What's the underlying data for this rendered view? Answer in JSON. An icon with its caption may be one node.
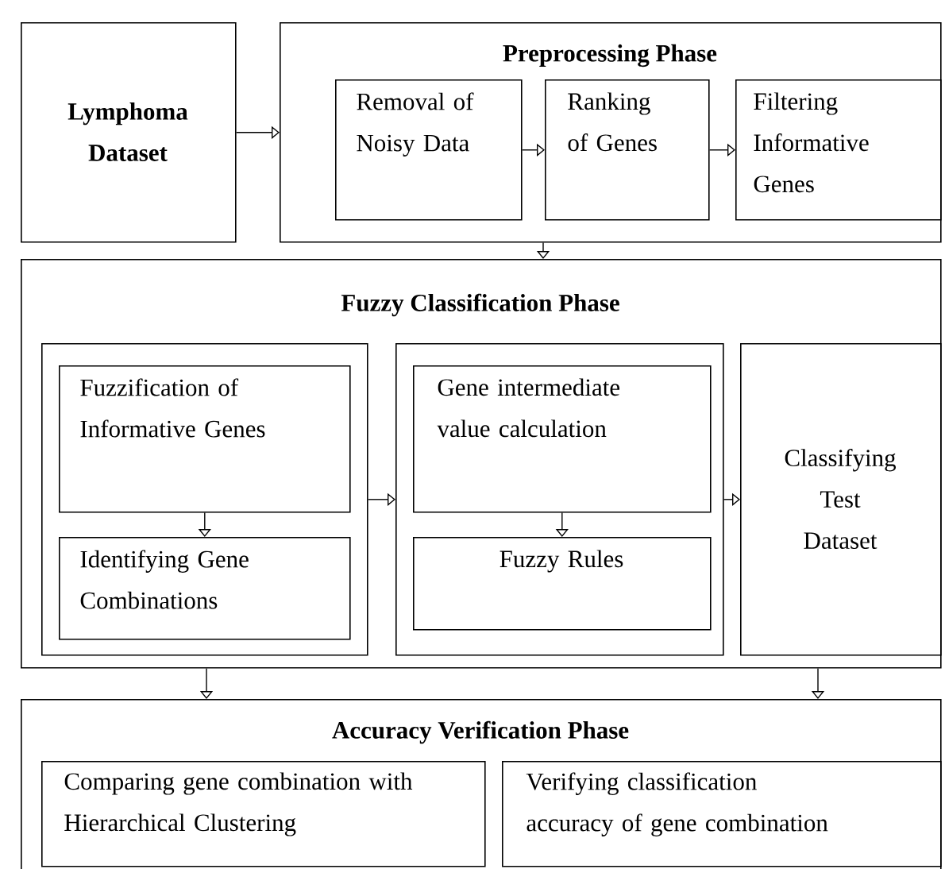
{
  "diagram": {
    "nodes": [
      {
        "text": [
          "Lymphoma Dataset"
        ]
      },
      {
        "text": [
          "Preprocessing Phase"
        ]
      },
      {
        "text": [
          "Removal of Noisy Data"
        ],
        "in": 1
      },
      {
        "text": [
          "Ranking of Genes"
        ],
        "in": 1
      },
      {
        "text": [
          "Filtering Informative Genes"
        ],
        "in": 1
      },
      {
        "text": [
          "Fuzzy Classification Phase"
        ]
      },
      {
        "text": [],
        "shape": "box",
        "in": 5
      },
      {
        "text": [
          "Fuzzification of Informative Genes"
        ],
        "in": 6
      },
      {
        "text": [
          "Identifying Gene Combinations"
        ],
        "in": 6
      },
      {
        "text": [],
        "shape": "box",
        "in": 5
      },
      {
        "text": [
          "Gene intermediate value calculation"
        ],
        "in": 9
      },
      {
        "text": [
          "Fuzzy Rules"
        ],
        "in": 9
      },
      {
        "text": [
          "Classifying Test Dataset"
        ],
        "in": 5
      },
      {
        "text": [
          "Accuracy Verification Phase"
        ]
      },
      {
        "text": [
          "Comparing gene combination with Hierarchical Clustering"
        ],
        "in": 13
      },
      {
        "text": [
          "Verifying classification accuracy of gene combination"
        ],
        "in": 13
      }
    ],
    "edges": [
      {
        "from": 0,
        "to": 1,
        "arrow": "to"
      },
      {
        "from": 2,
        "to": 3,
        "arrow": "to"
      },
      {
        "from": 3,
        "to": 4,
        "arrow": "to"
      },
      {
        "from": 1,
        "to": 5,
        "arrow": "to"
      },
      {
        "from": 7,
        "to": 8,
        "arrow": "to"
      },
      {
        "from": 6,
        "to": 9,
        "arrow": "to"
      },
      {
        "from": 10,
        "to": 11,
        "arrow": "to"
      },
      {
        "from": 9,
        "to": 12,
        "arrow": "to"
      },
      {
        "from": 5,
        "to": 13,
        "arrow": "to"
      },
      {
        "from": 5,
        "to": 13,
        "arrow": "to"
      }
    ]
  }
}
